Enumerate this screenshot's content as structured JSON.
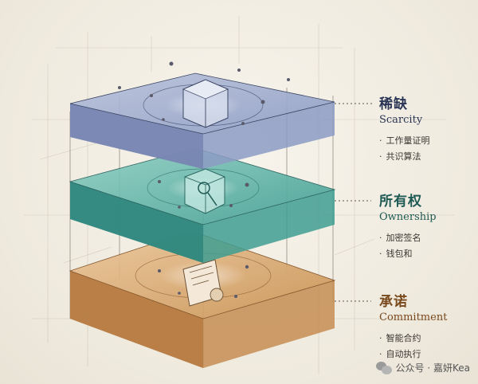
{
  "layers": [
    {
      "title": "稀缺",
      "subtitle": "Scarcity",
      "items": [
        "工作量证明",
        "共识算法"
      ],
      "color": "#7f8fb8"
    },
    {
      "title": "所有权",
      "subtitle": "Ownership",
      "items": [
        "加密签名",
        "钱包和"
      ],
      "color": "#3f9d92"
    },
    {
      "title": "承诺",
      "subtitle": "Commitment",
      "items": [
        "智能合约",
        "自动执行"
      ],
      "color": "#c9904f"
    }
  ],
  "watermark": {
    "text": "公众号 · 嘉妍Kea"
  }
}
